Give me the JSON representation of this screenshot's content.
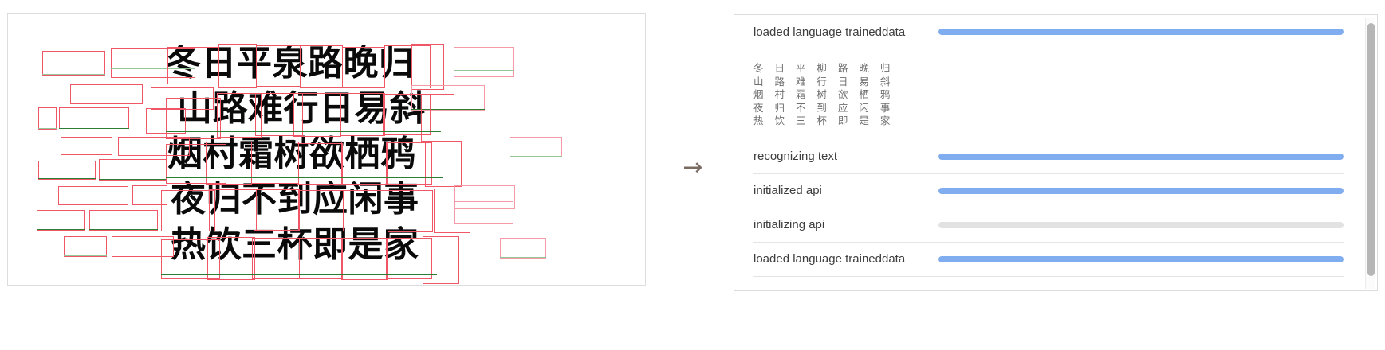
{
  "source_document": {
    "title_hint": "scanned-chinese-poem",
    "lines": [
      "冬日平泉路晚归",
      "山路难行日易斜",
      "烟村霜树欲栖鸦",
      "夜归不到应闲事",
      "热饮三杯即是家"
    ],
    "overlay": {
      "box_color": "#ef5666",
      "baseline_color": "#2e7d32",
      "box_label": "ocr-word-bounding-box",
      "baseline_label": "ocr-baseline"
    }
  },
  "transition": {
    "arrow_glyph": "→",
    "arrow_color": "#7a6b63"
  },
  "log": {
    "rows": [
      {
        "label": "loaded language traineddata",
        "progress": 100,
        "state": "done"
      },
      {
        "label": "recognizing text",
        "progress": 100,
        "state": "done"
      },
      {
        "label": "initialized api",
        "progress": 100,
        "state": "done"
      },
      {
        "label": "initializing api",
        "progress": 0,
        "state": "idle"
      },
      {
        "label": "loaded language traineddata",
        "progress": 100,
        "state": "done"
      }
    ],
    "recognized_text": {
      "lines": [
        "冬 日 平 柳 路 晚 归",
        "山 路 难 行 日 易 斜",
        "烟 村 霜 树 欲 栖 鸦",
        "夜 归 不 到 应 闲 事",
        "热 饮 三 杯 即 是 家"
      ]
    },
    "colors": {
      "progress_active": "#7fadf0",
      "progress_track": "#e2e2e2",
      "divider": "#e4e4e4"
    },
    "scrollbar": {
      "thumb_color": "#b6b6b6"
    }
  }
}
